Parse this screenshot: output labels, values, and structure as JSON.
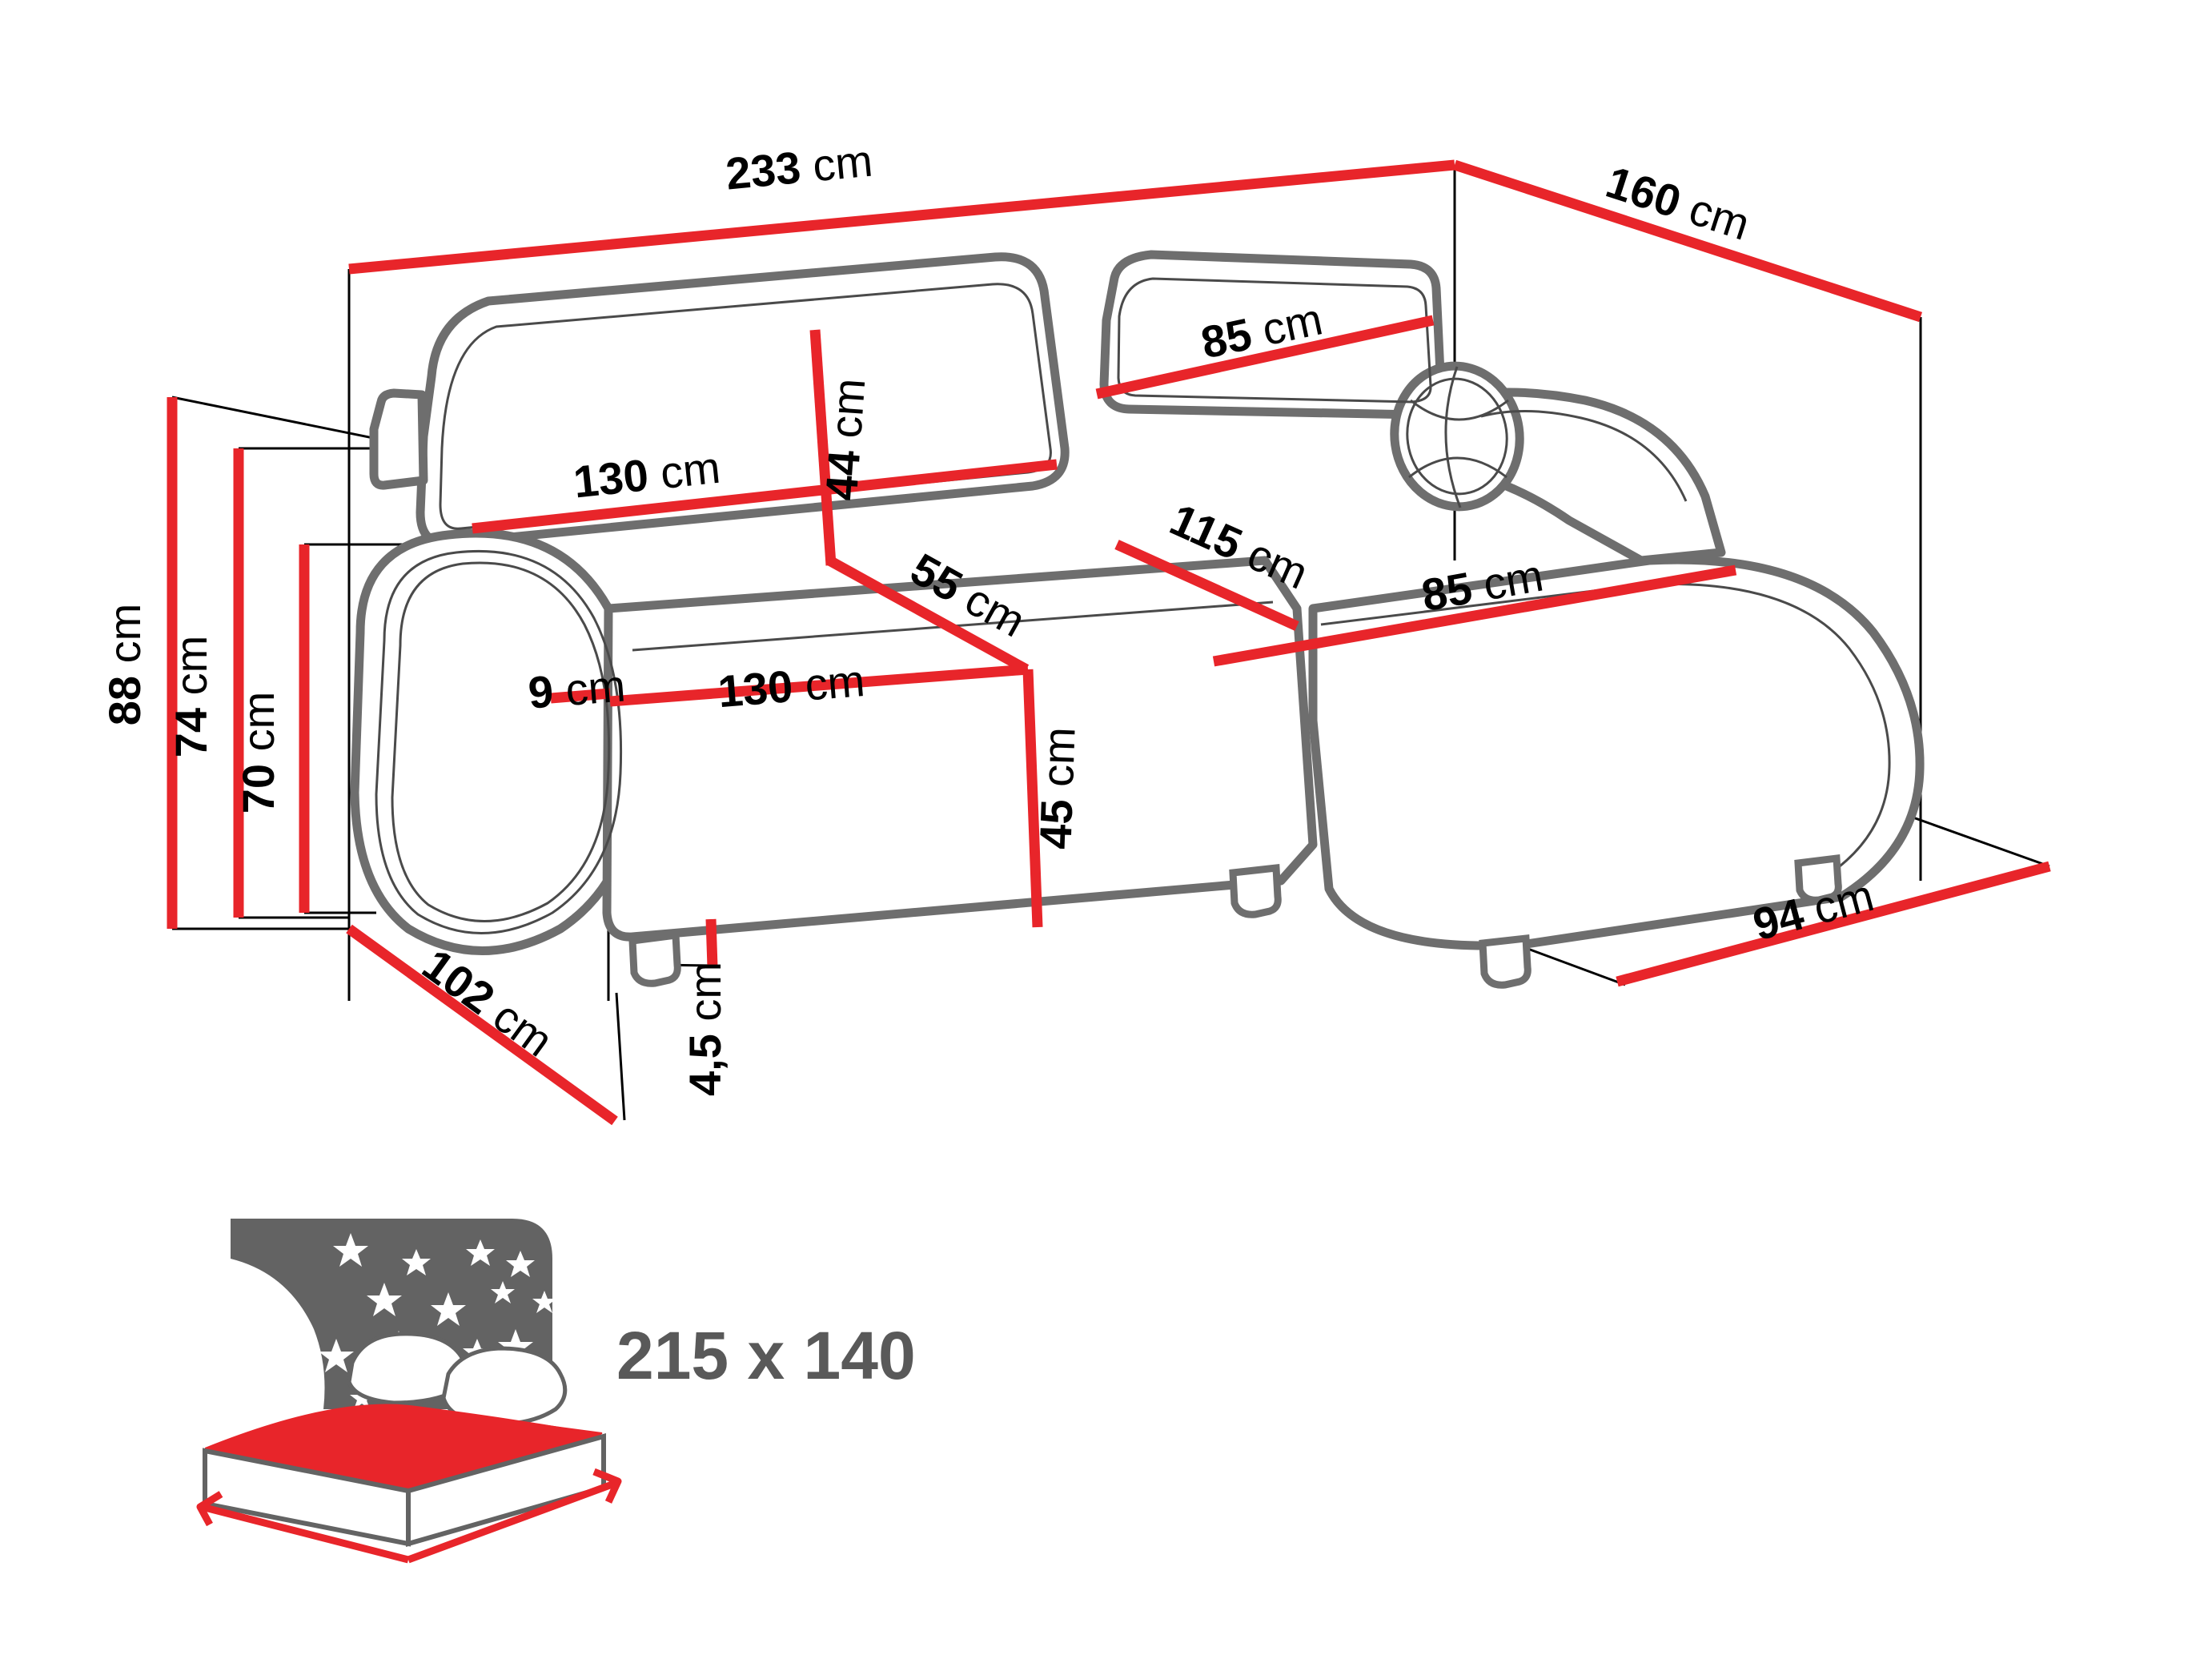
{
  "diagram": {
    "title": "Corner sofa bed dimension drawing",
    "colors": {
      "dimension_red": "#E8252A",
      "outline_gray": "#6e6e6e",
      "thin_line": "#3a3a3a",
      "construction_black": "#000000",
      "sleep_icon_gray": "#636363",
      "sleep_icon_red": "#E8252A",
      "background": "#ffffff"
    },
    "dimensions": {
      "total_width": "233cm",
      "total_depth": "160cm",
      "backrest_height_left": "44cm",
      "backrest_width_left": "130cm",
      "backrest_width_right": "85cm",
      "overall_height": "88cm",
      "back_height": "74cm",
      "arm_height": "70cm",
      "arm_thickness": "9cm",
      "seat_width_left": "130cm",
      "seat_depth_left": "55cm",
      "seat_height": "45cm",
      "chaise_length": "115cm",
      "chaise_seat_width": "85cm",
      "chaise_depth": "94cm",
      "side_depth_left": "102cm",
      "foot_height": "4,5cm"
    },
    "sleeping_area": {
      "label": "215 x 140",
      "icon": "bed-night-icon"
    }
  }
}
